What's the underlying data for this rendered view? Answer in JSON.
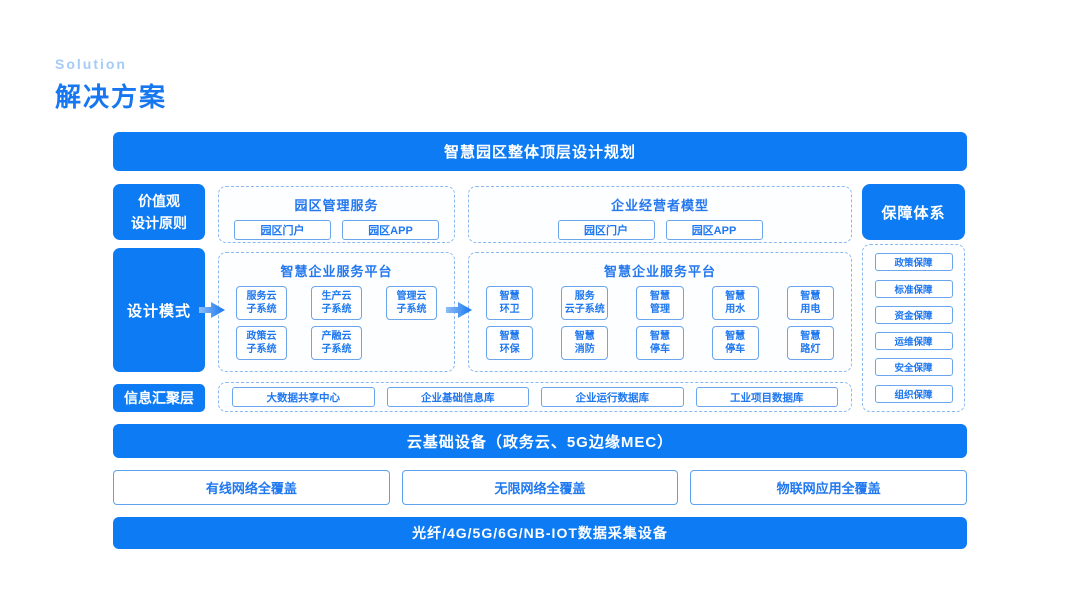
{
  "header": {
    "eyebrow": "Solution",
    "title": "解决方案"
  },
  "diagram": {
    "top_bar": "智慧园区整体顶层设计规划",
    "left_column": {
      "values": "价值观\n设计原则",
      "design": "设计模式",
      "info": "信息汇聚层"
    },
    "park_services": {
      "title": "园区管理服务",
      "buttons": [
        "园区门户",
        "园区APP"
      ]
    },
    "enterprise_model": {
      "title": "企业经营者模型",
      "buttons": [
        "园区门户",
        "园区APP"
      ]
    },
    "platform_left": {
      "title": "智慧企业服务平台",
      "items": [
        "服务云\n子系统",
        "生产云\n子系统",
        "管理云\n子系统",
        "政策云\n子系统",
        "产融云\n子系统"
      ]
    },
    "platform_right": {
      "title": "智慧企业服务平台",
      "items": [
        "智慧\n环卫",
        "服务\n云子系统",
        "智慧\n管理",
        "智慧\n用水",
        "智慧\n用电",
        "智慧\n环保",
        "智慧\n消防",
        "智慧\n停车",
        "智慧\n停车",
        "智慧\n路灯"
      ]
    },
    "guarantee": {
      "title": "保障体系",
      "items": [
        "政策保障",
        "标准保障",
        "资金保障",
        "运维保障",
        "安全保障",
        "组织保障"
      ]
    },
    "data_layer": [
      "大数据共享中心",
      "企业基础信息库",
      "企业运行数据库",
      "工业项目数据库"
    ],
    "cloud_bar": "云基础设备（政务云、5G边缘MEC）",
    "network_boxes": [
      "有线网络全覆盖",
      "无限网络全覆盖",
      "物联网应用全覆盖"
    ],
    "bottom_bar": "光纤/4G/5G/6G/NB-IOT数据采集设备"
  },
  "colors": {
    "primary_blue": "#0d7bf3",
    "title_blue": "#1677f0",
    "eyebrow_blue": "#a5cbf7",
    "chip_border": "#6ba6ec",
    "chip_text": "#1f78f0",
    "dashed_border": "#8cb8f0"
  }
}
